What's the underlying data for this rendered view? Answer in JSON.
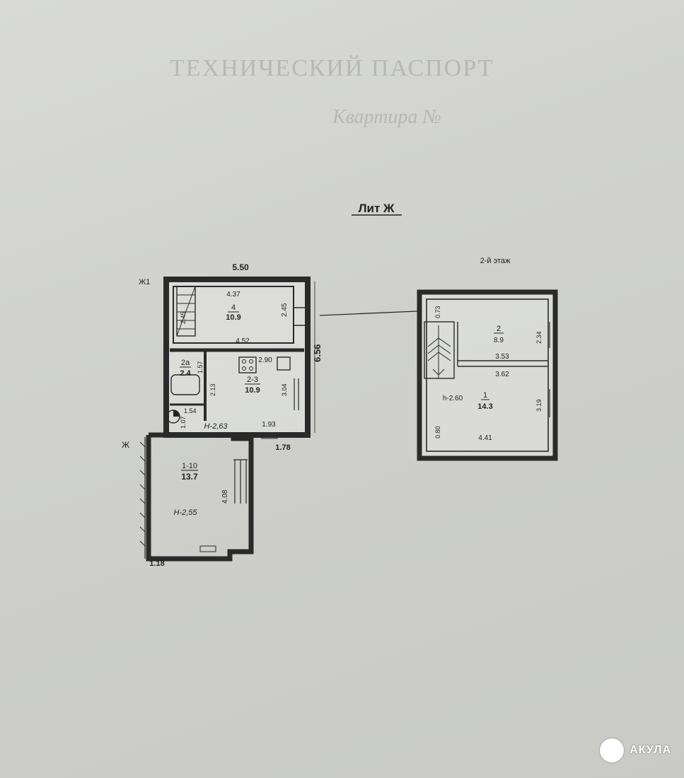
{
  "header": {
    "title": "Лит Ж",
    "floor2_label": "2-й этаж"
  },
  "background_text": {
    "title": "ТЕХНИЧЕСКИЙ ПАСПОРТ",
    "subtitle": "Квартира №"
  },
  "floor1": {
    "overall_width": "5.50",
    "overall_depth": "6.56",
    "entrance_upper": "Ж1",
    "entrance_lower": "Ж",
    "rooms": [
      {
        "number": "4",
        "area": "10.9"
      },
      {
        "number": "2a",
        "area": "2.4"
      },
      {
        "number": "2-3",
        "area": "10.9",
        "height": "Н-2,63"
      },
      {
        "number": "1-10",
        "area": "13.7",
        "height": "Н-2,55"
      }
    ],
    "dims": {
      "room4_top": "4.37",
      "room4_bottom": "4.52",
      "room4_right": "2.45",
      "room4_stair": "2.45",
      "kitchen_top": "2.90",
      "bath_width": "1.57",
      "bath_height": "2.13",
      "kitchen_right": "3.04",
      "wc_width": "1.54",
      "wc_height": "1.07",
      "kitchen_bottom": "1.93",
      "porch": "1.78",
      "hall_height": "4.08",
      "hall_bottom": "1.18"
    }
  },
  "floor2": {
    "rooms": [
      {
        "number": "2",
        "area": "8.9"
      },
      {
        "number": "1",
        "area": "14.3",
        "height": "h-2.60"
      }
    ],
    "dims": {
      "stair_offset": "0.73",
      "room2_right": "2.34",
      "room2_bottom": "3.53",
      "room1_top": "3.62",
      "room1_right": "3.19",
      "room1_left": "0.80",
      "room1_bottom": "4.41"
    }
  },
  "logo": {
    "text": "АКУЛА",
    "icon": "shark-fin-icon"
  }
}
